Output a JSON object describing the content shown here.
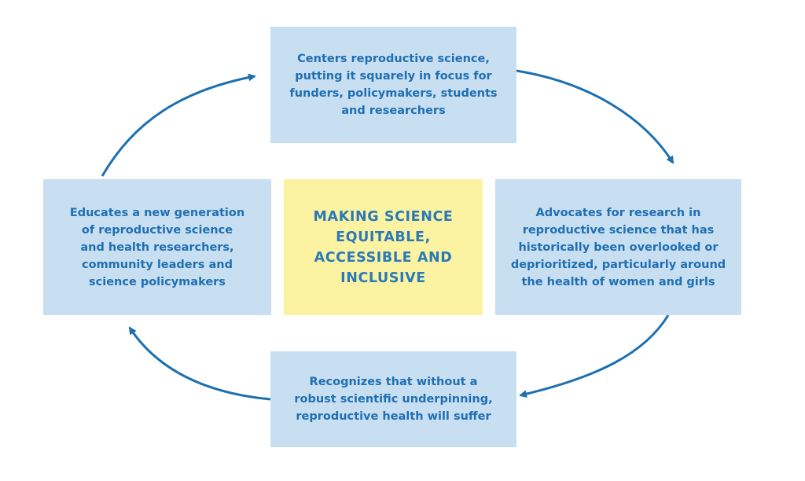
{
  "diagram": {
    "center": {
      "lines": [
        "MAKING SCIENCE",
        "EQUITABLE,",
        "ACCESSIBLE AND",
        "INCLUSIVE"
      ]
    },
    "top": {
      "lines": [
        "Centers reproductive science,",
        "putting it squarely in focus for",
        "funders, policymakers, students",
        "and researchers"
      ]
    },
    "right": {
      "lines": [
        "Advocates for research in",
        "reproductive science that has",
        "historically been overlooked or",
        "deprioritized, particularly around",
        "the health of women and girls"
      ]
    },
    "bottom": {
      "lines": [
        "Recognizes that without a",
        "robust scientific underpinning,",
        "reproductive health will suffer"
      ]
    },
    "left": {
      "lines": [
        "Educates a new generation",
        "of reproductive science",
        "and health researchers,",
        "community leaders and",
        "science policymakers"
      ]
    },
    "colors": {
      "box_blue": "#c8dff2",
      "box_yellow": "#fbf3a2",
      "text_blue": "#1f6fb2",
      "arrow_blue": "#1c70b0"
    }
  }
}
